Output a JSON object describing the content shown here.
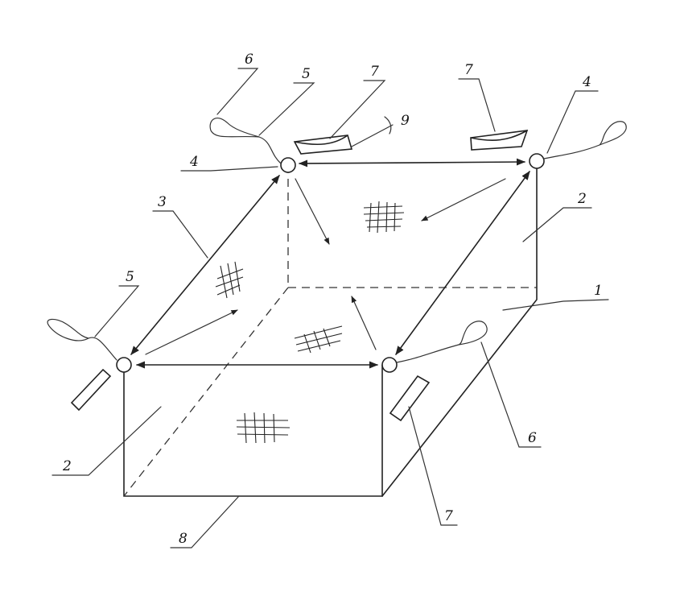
{
  "labels": {
    "l1": "1",
    "l2a": "2",
    "l2b": "2",
    "l3": "3",
    "l4a": "4",
    "l4b": "4",
    "l5a": "5",
    "l5b": "5",
    "l6a": "6",
    "l6b": "6",
    "l7a": "7",
    "l7b": "7",
    "l7c": "7",
    "l8": "8",
    "l9": "9"
  }
}
